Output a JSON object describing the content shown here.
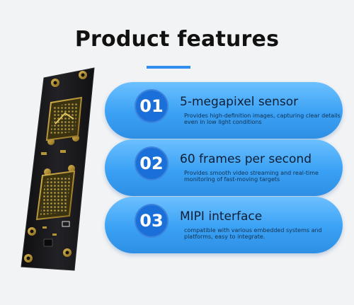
{
  "header": {
    "title": "Product features"
  },
  "features": [
    {
      "num": "01",
      "title": "5-megapixel sensor",
      "desc": "Provides high-definition images, capturing clear details even in low light conditions"
    },
    {
      "num": "02",
      "title": "60 frames per second",
      "desc": "Provides smooth video streaming and real-time monitoring of fast-moving targets"
    },
    {
      "num": "03",
      "title": "MIPI interface",
      "desc": "compatible with various embedded systems and platforms, easy to integrate."
    }
  ],
  "colors": {
    "accent": "#2f8ef0",
    "card": "#3aa1f4",
    "number_circle": "#1b6fd8",
    "board": "#1a1a1c"
  }
}
